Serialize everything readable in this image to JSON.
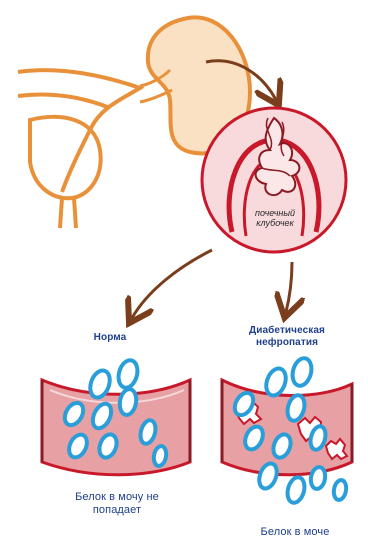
{
  "labels": {
    "glomerulus": "почечный клубочек",
    "normal": "Норма",
    "diabetic": "Диабетическая нефропатия",
    "normal_caption": "Белок в мочу не попадает",
    "diabetic_caption": "Белок в моче"
  },
  "colors": {
    "kidney_outline": "#e8913a",
    "kidney_fill": "#fbe1c4",
    "vessel_red": "#c8182a",
    "vessel_fill": "#e7a0a4",
    "protein_blue": "#2a9ed8",
    "arrow_brown": "#7a3e1c",
    "label_blue": "#1f3f8e"
  }
}
